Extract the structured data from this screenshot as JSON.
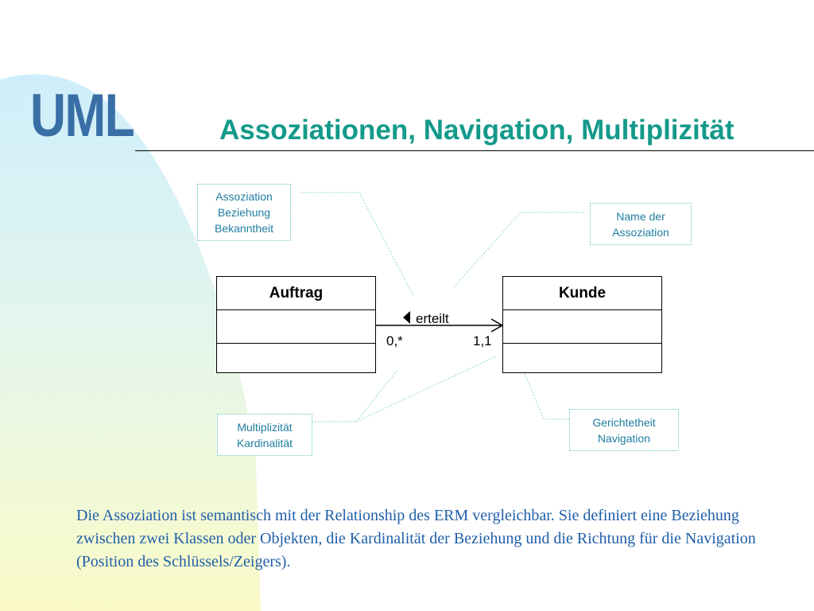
{
  "slide": {
    "logo": "UML",
    "title": "Assoziationen, Navigation, Multiplizität",
    "description": "Die Assoziation ist semantisch mit der Relationship des ERM vergleichbar. Sie definiert eine Beziehung zwischen zwei Klassen oder Objekten, die Kardinalität der Beziehung und die Richtung für die Navigation (Position des Schlüssels/Zeigers)."
  },
  "diagram": {
    "class_left": {
      "name": "Auftrag"
    },
    "class_right": {
      "name": "Kunde"
    },
    "association": {
      "name": "erteilt",
      "multiplicity_left": "0,*",
      "multiplicity_right": "1,1"
    },
    "notes": {
      "association": [
        "Assoziation",
        "Beziehung",
        "Bekanntheit"
      ],
      "association_name": [
        "Name der",
        "Assoziation"
      ],
      "multiplicity": [
        "Multiplizität",
        "Kardinalität"
      ],
      "navigation": [
        "Gerichtetheit",
        "Navigation"
      ]
    }
  },
  "colors": {
    "logo": "#3a6fa6",
    "title": "#149a8a",
    "note_text": "#1f7ea0",
    "note_border": "#5fc6c0",
    "description_text": "#1f5fa8",
    "background_blue": "#cfeefb",
    "background_yellow": "#fbfbc8"
  }
}
